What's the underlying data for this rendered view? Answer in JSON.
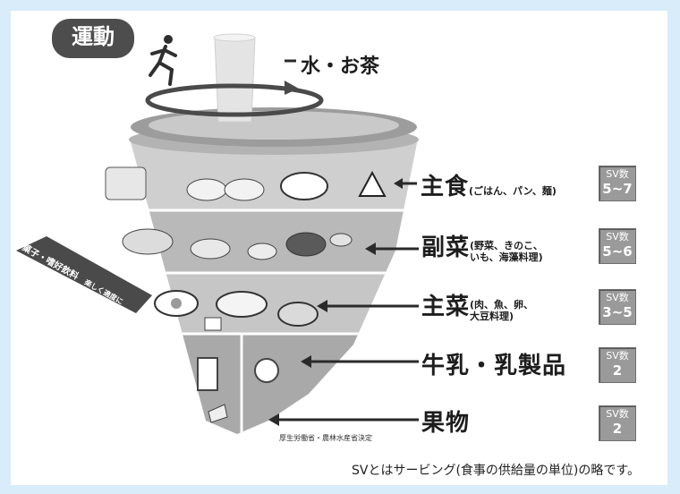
{
  "activity": {
    "label": "運動"
  },
  "drink": {
    "label": "水・お茶"
  },
  "tiers": [
    {
      "name": "主食",
      "detail": "(ごはん、パン、麺)",
      "sv_label": "SV数",
      "sv_value": "5~7"
    },
    {
      "name": "副菜",
      "detail_line1": "(野菜、きのこ、",
      "detail_line2": "いも、海藻料理)",
      "sv_label": "SV数",
      "sv_value": "5~6"
    },
    {
      "name": "主菜",
      "detail_line1": "(肉、魚、卵、",
      "detail_line2": "大豆料理)",
      "sv_label": "SV数",
      "sv_value": "3~5"
    },
    {
      "name": "牛乳・乳製品",
      "sv_label": "SV数",
      "sv_value": "2"
    },
    {
      "name": "果物",
      "sv_label": "SV数",
      "sv_value": "2"
    }
  ],
  "snacks": {
    "label": "菓子・嗜好飲料",
    "sublabel": "楽しく適度に"
  },
  "credit": "厚生労働省・農林水産省決定",
  "footnote": "SVとはサービング(食事の供給量の単位)の略です。",
  "colors": {
    "background": "#d8ecfa",
    "panel": "#ffffff",
    "ink": "#1d1d1d",
    "sv_box": "#9a9a9a"
  }
}
